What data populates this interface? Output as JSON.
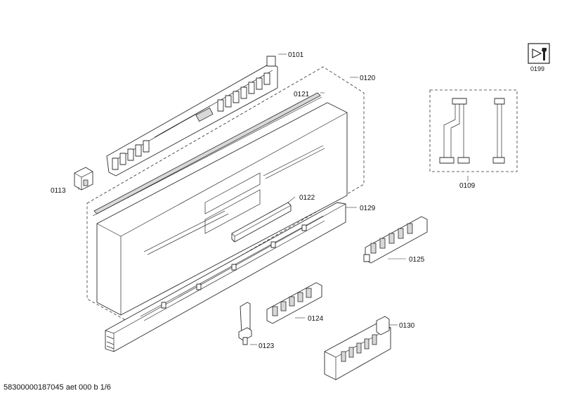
{
  "parts": {
    "p0101": "0101",
    "p0113": "0113",
    "p0120": "0120",
    "p0121": "0121",
    "p0122": "0122",
    "p0123": "0123",
    "p0124": "0124",
    "p0125": "0125",
    "p0129": "0129",
    "p0130": "0130",
    "p0109": "0109",
    "p0199": "0199"
  },
  "footer": {
    "document_id": "58300000187045 aet 000 b 1/6"
  },
  "icons": {
    "service_icon": "wrench-service-icon"
  }
}
